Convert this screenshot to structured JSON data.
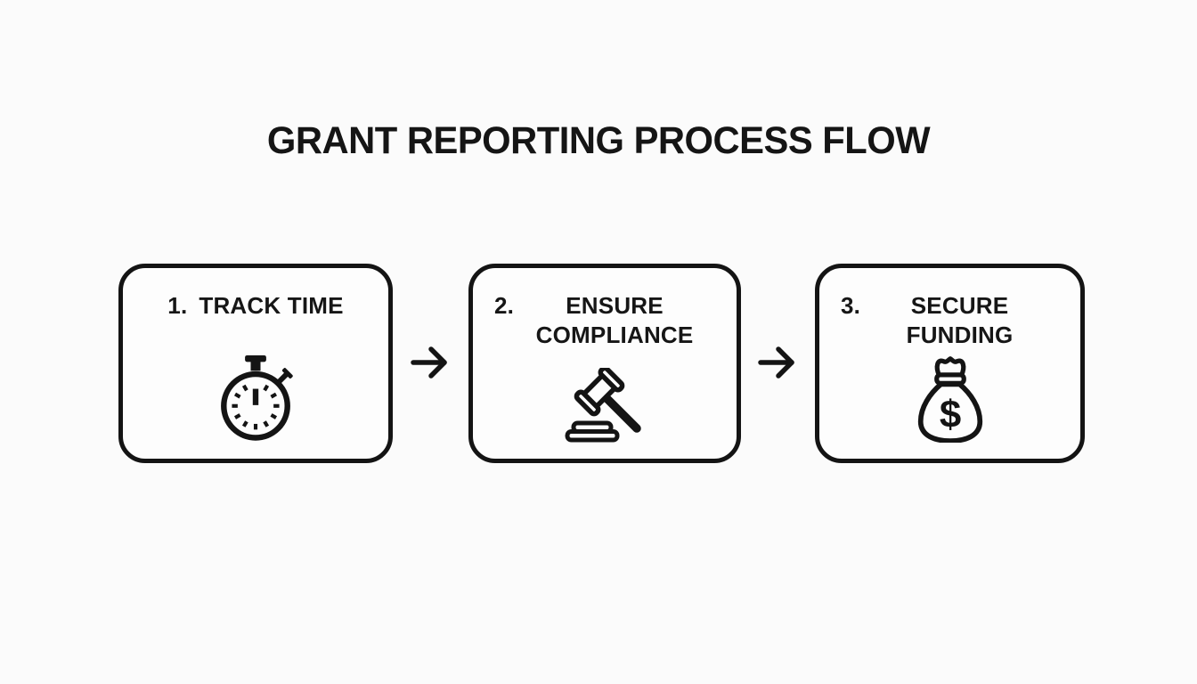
{
  "title": "GRANT REPORTING PROCESS FLOW",
  "colors": {
    "background": "#fbfbfb",
    "box_background": "#fdfdfd",
    "stroke": "#141414",
    "text": "#161616"
  },
  "flow": {
    "steps": [
      {
        "number": "1.",
        "lines": [
          "TRACK TIME"
        ],
        "icon": "stopwatch-icon"
      },
      {
        "number": "2.",
        "lines": [
          "ENSURE",
          "COMPLIANCE"
        ],
        "icon": "gavel-icon"
      },
      {
        "number": "3.",
        "lines": [
          "SECURE",
          "FUNDING"
        ],
        "icon": "money-bag-icon"
      }
    ],
    "connector": {
      "icon": "arrow-right-icon",
      "glyph": "→"
    },
    "money_symbol": "$"
  }
}
